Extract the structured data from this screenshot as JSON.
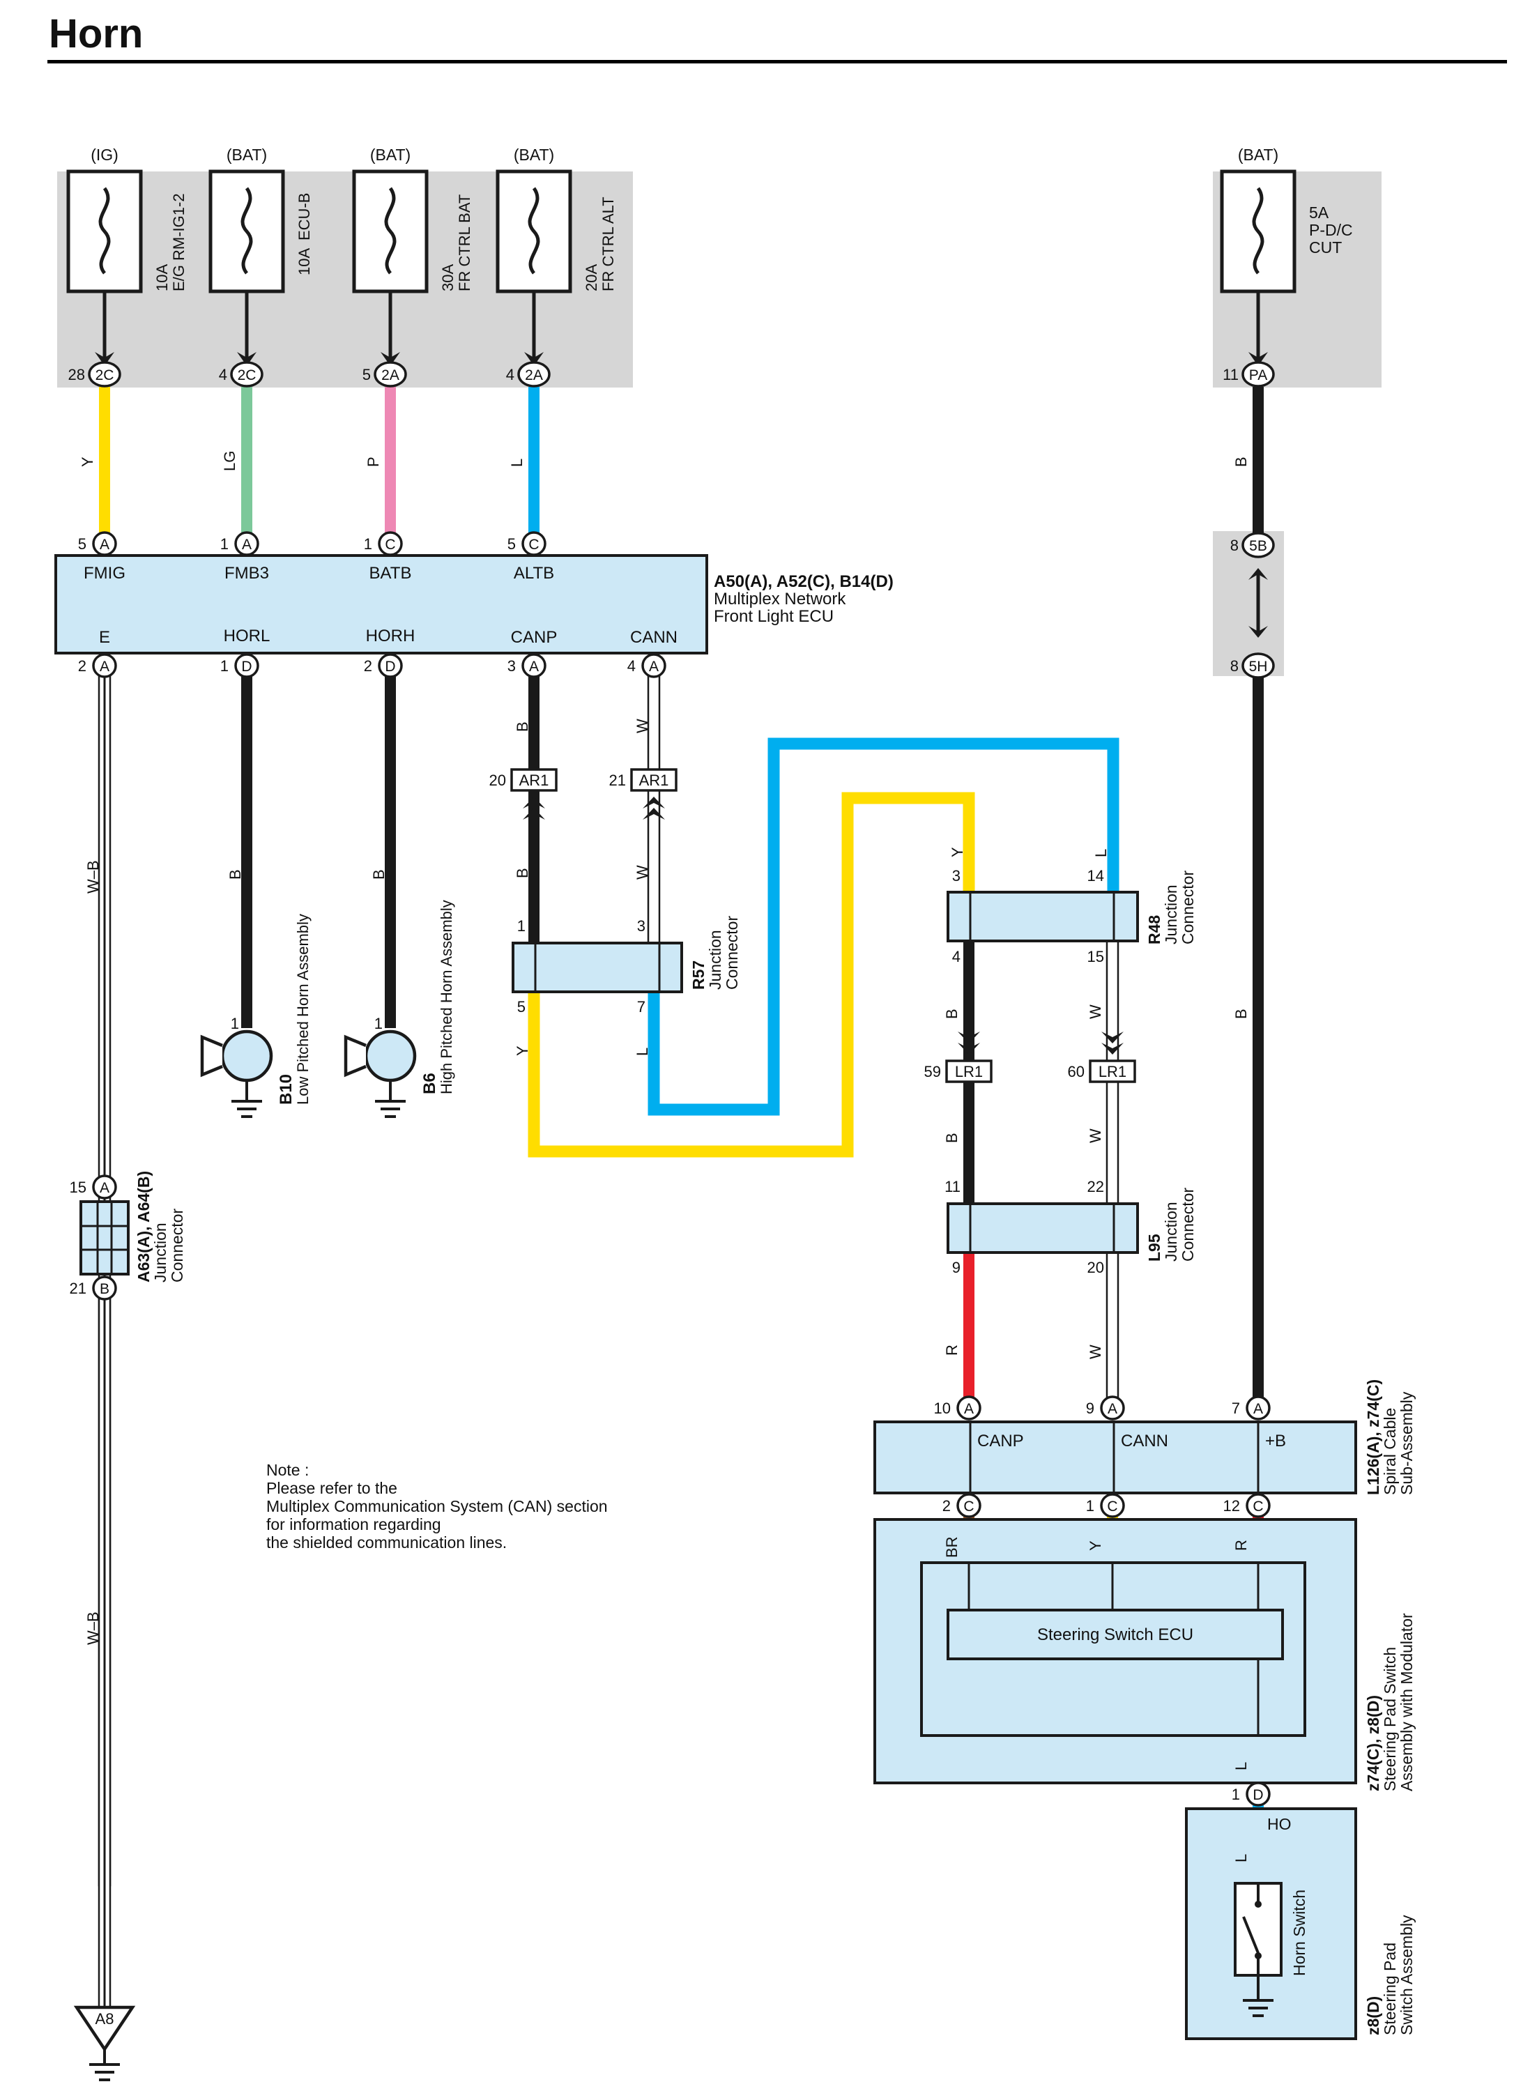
{
  "title": "Horn",
  "colors": {
    "Y": "#ffdd00",
    "LG": "#7cc89a",
    "P": "#ee88b4",
    "L": "#00aeef",
    "B": "#1a1a1a",
    "W": "#ffffff",
    "R": "#e8202a",
    "BR": "#9c5a2e",
    "box": "#cde8f6",
    "grey": "#d6d6d6"
  },
  "fuses": [
    {
      "source": "(IG)",
      "rating": "10A",
      "name": "E/G RM-IG1-2",
      "pin": "28",
      "conn": "2C",
      "wire": "Y"
    },
    {
      "source": "(BAT)",
      "rating": "10A",
      "name": "ECU-B",
      "pin": "4",
      "conn": "2C",
      "wire": "LG"
    },
    {
      "source": "(BAT)",
      "rating": "30A",
      "name": "FR CTRL BAT",
      "pin": "5",
      "conn": "2A",
      "wire": "P"
    },
    {
      "source": "(BAT)",
      "rating": "20A",
      "name": "FR CTRL ALT",
      "pin": "4",
      "conn": "2A",
      "wire": "L"
    },
    {
      "source": "(BAT)",
      "rating": "5A",
      "name": "P-D/C",
      "name2": "CUT",
      "pin": "11",
      "conn": "PA",
      "wire": "B"
    }
  ],
  "ecu": {
    "id": "A50(A), A52(C), B14(D)",
    "name1": "Multiplex Network",
    "name2": "Front Light ECU",
    "top_pins": [
      {
        "pin": "5",
        "conn": "A",
        "label": "FMIG"
      },
      {
        "pin": "1",
        "conn": "A",
        "label": "FMB3"
      },
      {
        "pin": "1",
        "conn": "C",
        "label": "BATB"
      },
      {
        "pin": "5",
        "conn": "C",
        "label": "ALTB"
      }
    ],
    "bottom_pins": [
      {
        "pin": "2",
        "conn": "A",
        "label": "E"
      },
      {
        "pin": "1",
        "conn": "D",
        "label": "HORL"
      },
      {
        "pin": "2",
        "conn": "D",
        "label": "HORH"
      },
      {
        "pin": "3",
        "conn": "A",
        "label": "CANP"
      },
      {
        "pin": "4",
        "conn": "A",
        "label": "CANN"
      }
    ]
  },
  "wire_b": "B",
  "wire_wb": "W–B",
  "connector_5b": {
    "pin": "8",
    "conn": "5B"
  },
  "connector_5h": {
    "pin": "8",
    "conn": "5H"
  },
  "ar1": [
    {
      "pin": "20",
      "conn": "AR1",
      "wire_in": "B"
    },
    {
      "pin": "21",
      "conn": "AR1",
      "wire_in": "W"
    }
  ],
  "r57": {
    "id": "R57",
    "name1": "Junction",
    "name2": "Connector",
    "pins": [
      "1",
      "3",
      "5",
      "7"
    ]
  },
  "r48": {
    "id": "R48",
    "name1": "Junction",
    "name2": "Connector",
    "pins": [
      "3",
      "14",
      "4",
      "15"
    ]
  },
  "lr1": [
    {
      "pin": "59",
      "conn": "LR1"
    },
    {
      "pin": "60",
      "conn": "LR1"
    }
  ],
  "l95": {
    "id": "L95",
    "name1": "Junction",
    "name2": "Connector",
    "pins": [
      "11",
      "22",
      "9",
      "20"
    ]
  },
  "horn_low": {
    "id": "B10",
    "name": "Low Pitched Horn Assembly",
    "pin": "1"
  },
  "horn_high": {
    "id": "B6",
    "name": "High Pitched Horn Assembly",
    "pin": "1"
  },
  "a63": {
    "id": "A63(A), A64(B)",
    "name1": "Junction",
    "name2": "Connector",
    "pin_top": "15",
    "conn_top": "A",
    "pin_bot": "21",
    "conn_bot": "B"
  },
  "ground": "A8",
  "note": [
    "Note :",
    "Please refer to the",
    "Multiplex Communication System (CAN) section",
    "for information regarding",
    "the shielded communication lines."
  ],
  "spiral": {
    "id": "L126(A), z74(C)",
    "name1": "Spiral Cable",
    "name2": "Sub-Assembly",
    "top_pins": [
      {
        "pin": "10",
        "conn": "A",
        "label": "CANP"
      },
      {
        "pin": "9",
        "conn": "A",
        "label": "CANN"
      },
      {
        "pin": "7",
        "conn": "A",
        "label": "+B"
      }
    ],
    "bottom_pins": [
      {
        "pin": "2",
        "conn": "C"
      },
      {
        "pin": "1",
        "conn": "C"
      },
      {
        "pin": "12",
        "conn": "C"
      }
    ]
  },
  "steering_pad": {
    "id": "z74(C), z8(D)",
    "name1": "Steering Pad Switch",
    "name2": "Assembly with Modulator",
    "ecu_label": "Steering Switch ECU",
    "pin": "1",
    "conn": "D"
  },
  "horn_switch": {
    "id": "z8(D)",
    "name1": "Steering Pad",
    "name2": "Switch Assembly",
    "label": "Horn Switch",
    "pin_label": "HO"
  }
}
